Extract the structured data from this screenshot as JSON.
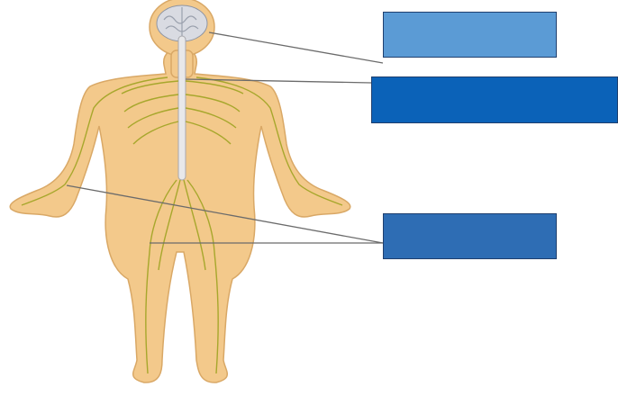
{
  "diagram": {
    "labels": [
      {
        "id": "top",
        "text": "",
        "fill": "#5b9bd5"
      },
      {
        "id": "mid",
        "text": "",
        "fill": "#0b62b8"
      },
      {
        "id": "bot",
        "text": "",
        "fill": "#2e6db4"
      }
    ],
    "colors": {
      "skin": "#f3c98b",
      "skin_outline": "#d9a866",
      "nerve": "#a7a72c",
      "spinal_cord": "#e8e8ea",
      "brain": "#d9dbe2",
      "leader_line": "#6b6b6b"
    }
  }
}
